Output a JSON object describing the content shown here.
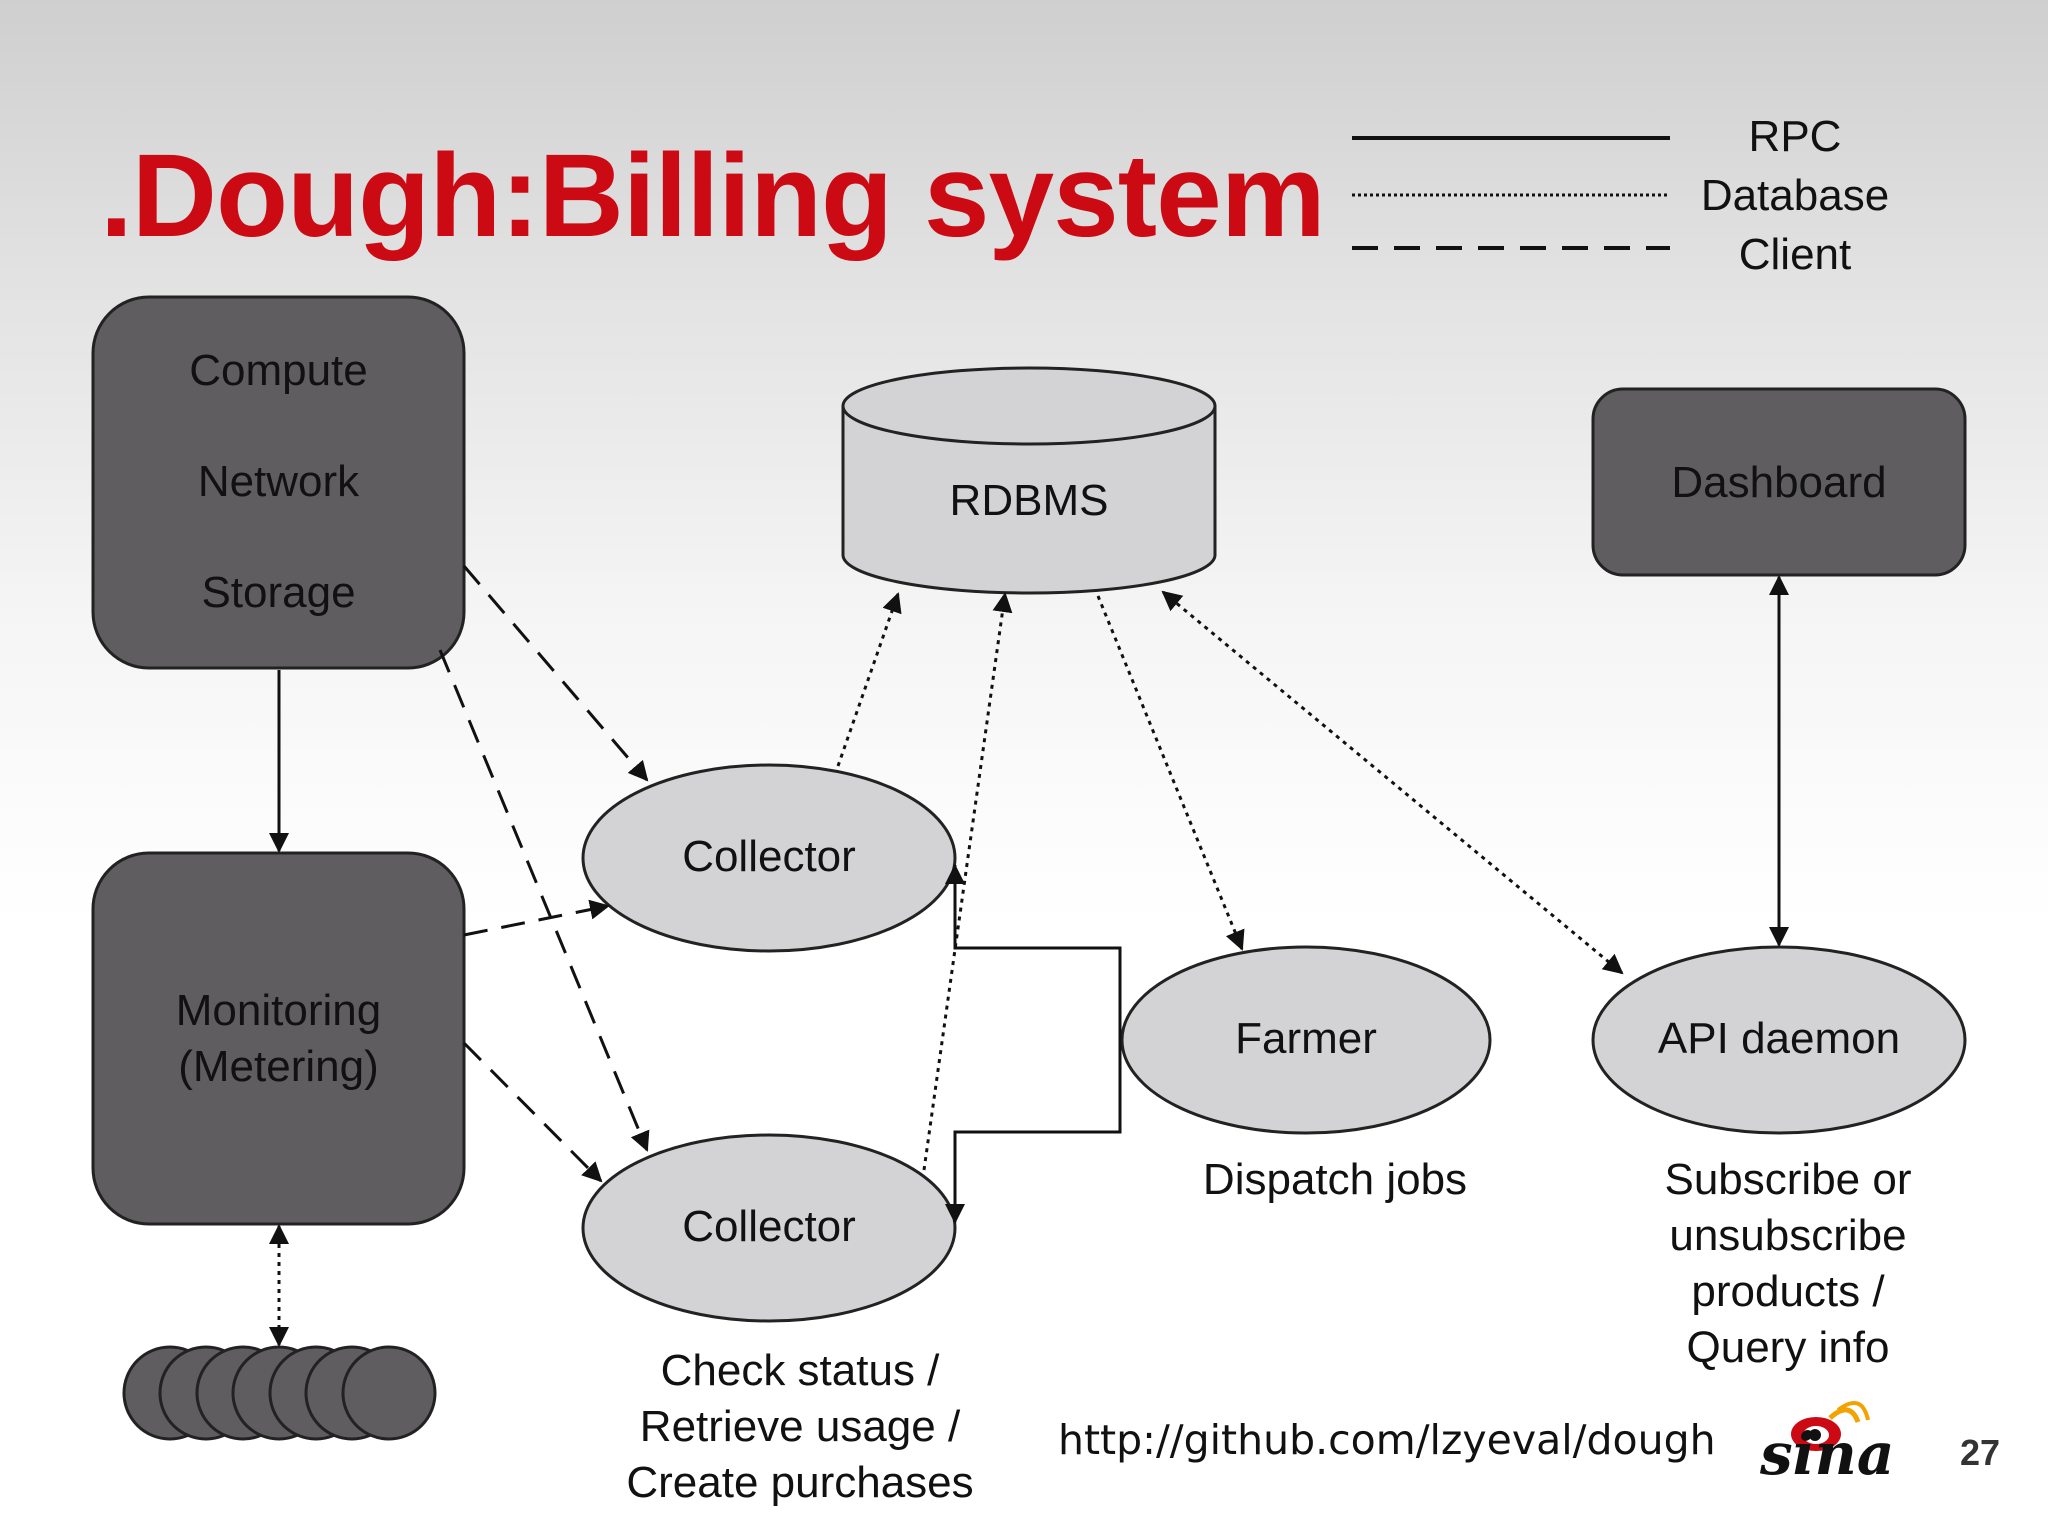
{
  "title": ".Dough:Billing system",
  "legend": [
    {
      "label": "RPC",
      "style": "solid"
    },
    {
      "label": "Database",
      "style": "dotted"
    },
    {
      "label": "Client",
      "style": "dashed"
    }
  ],
  "nodes": {
    "compute_box": {
      "lines": [
        "Compute",
        "Network",
        "Storage"
      ]
    },
    "rdbms": {
      "label": "RDBMS"
    },
    "dashboard": {
      "label": "Dashboard"
    },
    "monitoring": {
      "lines": [
        "Monitoring",
        "(Metering)"
      ]
    },
    "collector_top": {
      "label": "Collector"
    },
    "collector_bottom": {
      "label": "Collector"
    },
    "farmer": {
      "label": "Farmer"
    },
    "api_daemon": {
      "label": "API daemon"
    }
  },
  "captions": {
    "collector": [
      "Check status /",
      "Retrieve usage /",
      "Create purchases"
    ],
    "farmer": [
      "Dispatch jobs"
    ],
    "api": [
      "Subscribe or",
      "unsubscribe",
      "products /",
      "Query info"
    ]
  },
  "url": "http://github.com/lzyeval/dough",
  "logo": {
    "text": "sina"
  },
  "page_number": "27",
  "colors": {
    "title": "#cc0a14",
    "dark_box": "#5f5d60",
    "light_node": "#d3d3d5",
    "line": "#111111"
  }
}
